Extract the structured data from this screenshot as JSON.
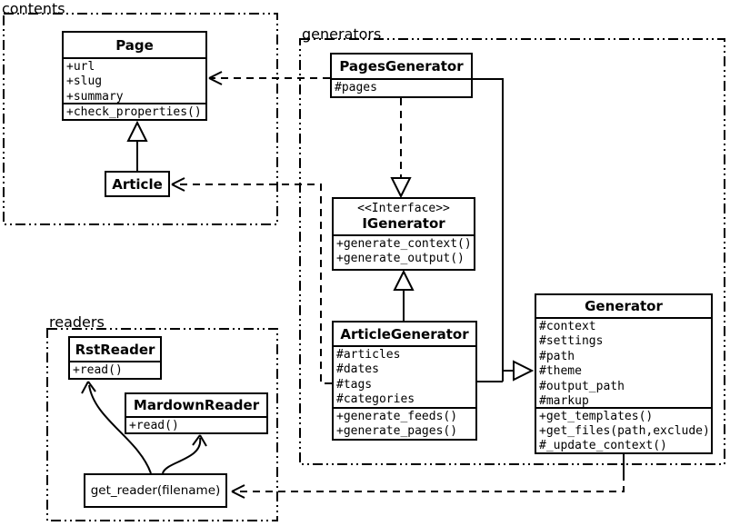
{
  "packages": {
    "contents": "contents",
    "generators": "generators",
    "readers": "readers"
  },
  "classes": {
    "page": {
      "name": "Page",
      "attrs": [
        "+url",
        "+slug",
        "+summary"
      ],
      "methods": [
        "+check_properties()"
      ]
    },
    "article": {
      "name": "Article"
    },
    "pagesGenerator": {
      "name": "PagesGenerator",
      "attrs": [
        "#pages"
      ]
    },
    "igenerator": {
      "stereotype": "<<Interface>>",
      "name": "IGenerator",
      "methods": [
        "+generate_context()",
        "+generate_output()"
      ]
    },
    "articleGenerator": {
      "name": "ArticleGenerator",
      "attrs": [
        "#articles",
        "#dates",
        "#tags",
        "#categories"
      ],
      "methods": [
        "+generate_feeds()",
        "+generate_pages()"
      ]
    },
    "generator": {
      "name": "Generator",
      "attrs": [
        "#context",
        "#settings",
        "#path",
        "#theme",
        "#output_path",
        "#markup"
      ],
      "methods": [
        "+get_templates()",
        "+get_files(path,exclude)",
        "#_update_context()"
      ]
    },
    "rstReader": {
      "name": "RstReader",
      "methods": [
        "+read()"
      ]
    },
    "mardownReader": {
      "name": "MardownReader",
      "methods": [
        "+read()"
      ]
    },
    "getReader": {
      "label": "get_reader(filename)"
    }
  },
  "relationships": [
    {
      "from": "Article",
      "to": "Page",
      "type": "generalization"
    },
    {
      "from": "PagesGenerator",
      "to": "IGenerator",
      "type": "dashed-realization"
    },
    {
      "from": "ArticleGenerator",
      "to": "IGenerator",
      "type": "generalization"
    },
    {
      "from": "PagesGenerator",
      "to": "Generator",
      "type": "generalization"
    },
    {
      "from": "ArticleGenerator",
      "to": "Generator",
      "type": "generalization"
    },
    {
      "from": "PagesGenerator",
      "to": "Page",
      "type": "dashed-dependency"
    },
    {
      "from": "ArticleGenerator",
      "to": "Article",
      "type": "dashed-dependency"
    },
    {
      "from": "Generator",
      "to": "get_reader(filename)",
      "type": "dashed-dependency"
    },
    {
      "from": "get_reader(filename)",
      "to": "RstReader",
      "type": "curved-arrow"
    },
    {
      "from": "get_reader(filename)",
      "to": "MardownReader",
      "type": "curved-arrow"
    }
  ],
  "colors": {
    "line": "#000000",
    "background": "#ffffff"
  }
}
